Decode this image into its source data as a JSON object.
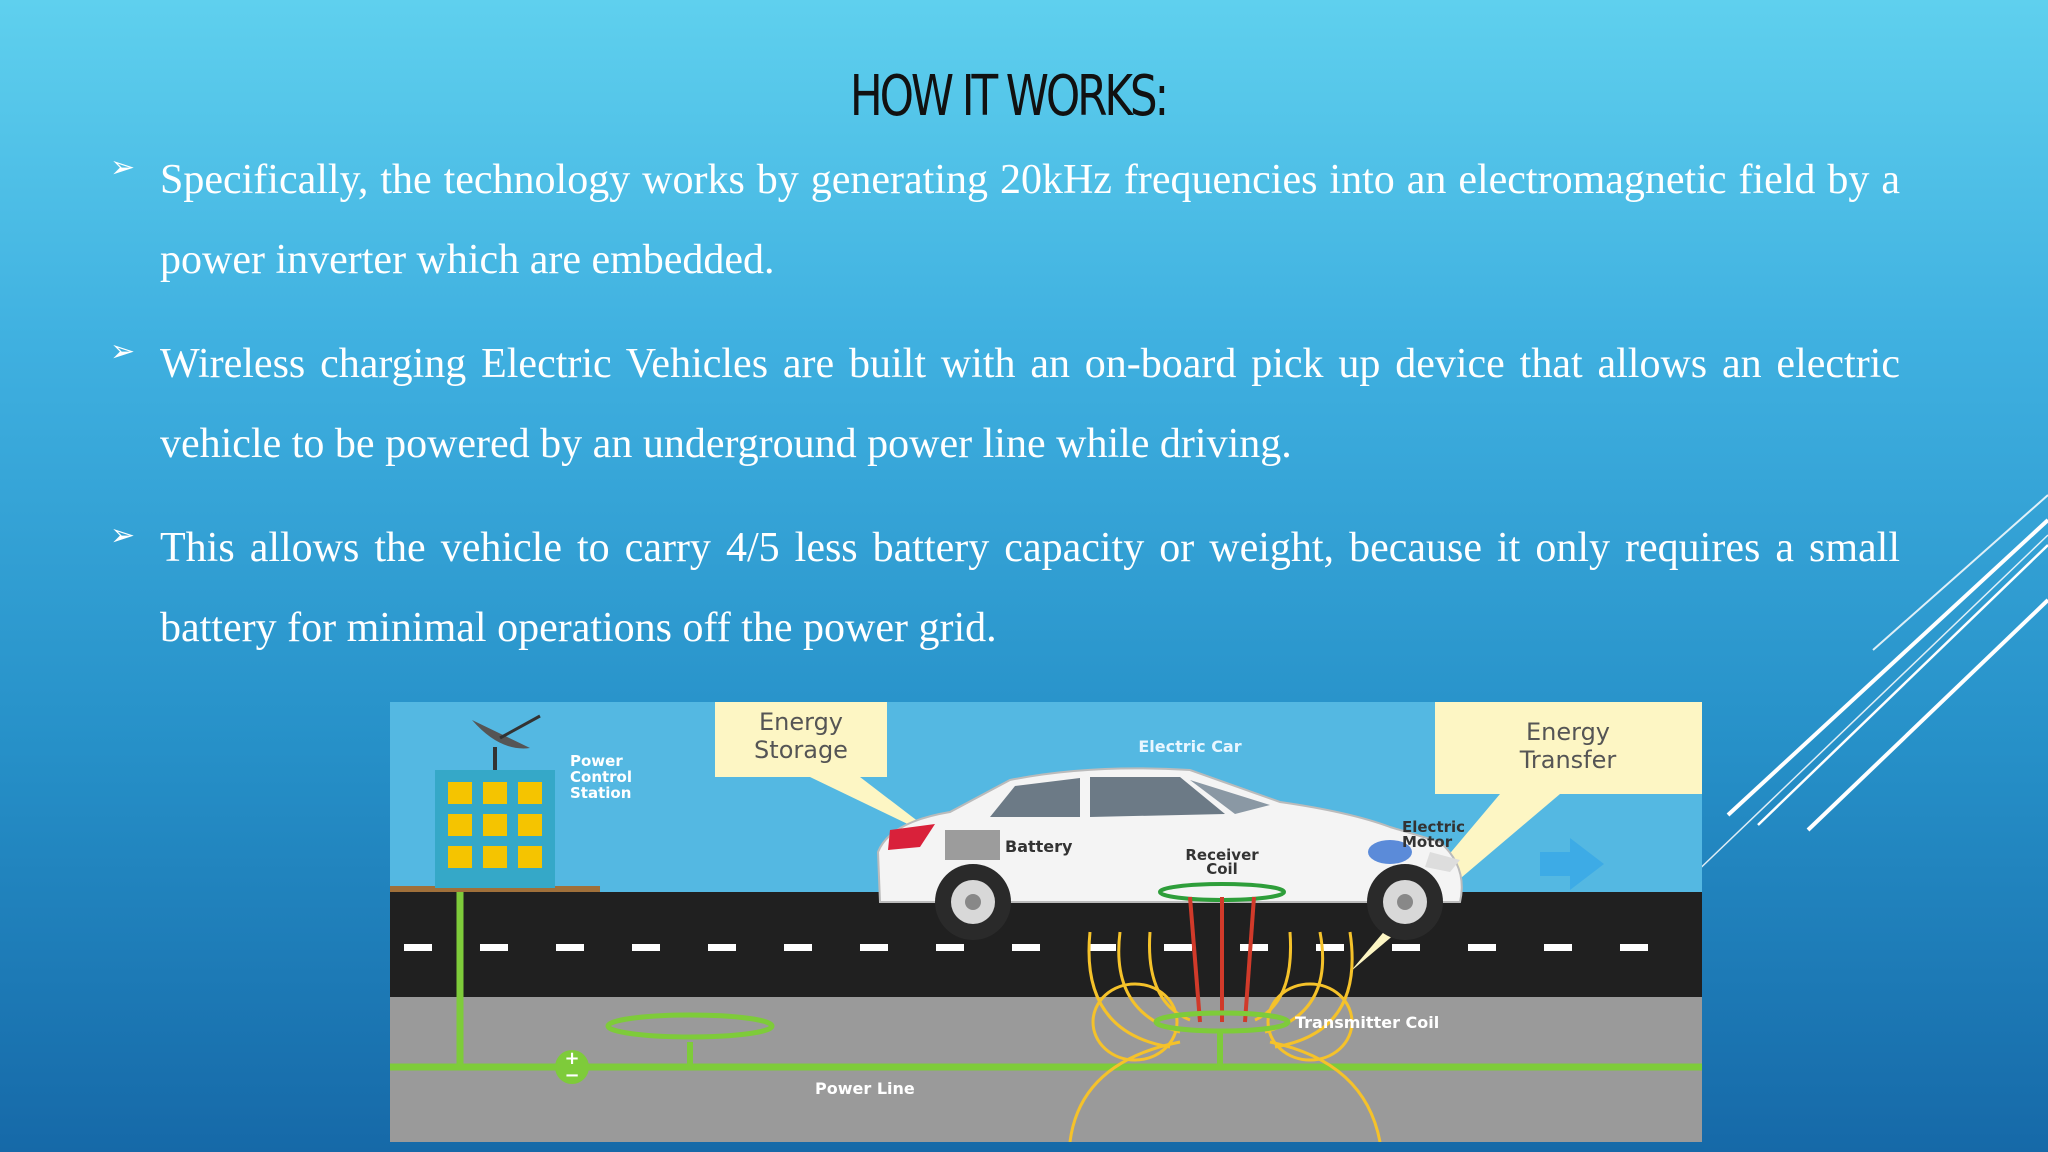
{
  "slide": {
    "title": "HOW IT WORKS:",
    "bullet_marker": "➢",
    "bullets": [
      "Specifically, the technology works by generating 20kHz frequencies into an electromagnetic field by a power inverter which are embedded.",
      "Wireless charging Electric Vehicles are built with an on-board pick up device that allows an electric vehicle to be powered by an underground power line while driving.",
      "This allows the vehicle to carry 4/5 less battery capacity or weight, because it only requires a small battery for minimal operations off the power grid."
    ]
  },
  "illustration": {
    "labels": {
      "energy_storage": "Energy Storage",
      "energy_storage_line1": "Energy",
      "energy_storage_line2": "Storage",
      "energy_transfer_line1": "Energy",
      "energy_transfer_line2": "Transfer",
      "power_control_line1": "Power",
      "power_control_line2": "Control",
      "power_control_line3": "Station",
      "electric_car": "Electric Car",
      "battery": "Battery",
      "receiver_line1": "Receiver",
      "receiver_line2": "Coil",
      "motor_line1": "Electric",
      "motor_line2": "Motor",
      "transmitter_coil": "Transmitter Coil",
      "power_line": "Power Line",
      "plus": "+",
      "minus": "−"
    },
    "colors": {
      "sky": "#54b8e2",
      "road": "#202020",
      "ground": "#9a9a9a",
      "cable": "#7ecb3a",
      "callout": "#fdf6c4",
      "field_lines": "#f5c22a",
      "building": "#35a8c8",
      "windows": "#f5c400"
    }
  },
  "theme": {
    "title_color": "#111111",
    "text_color": "#ffffff"
  }
}
